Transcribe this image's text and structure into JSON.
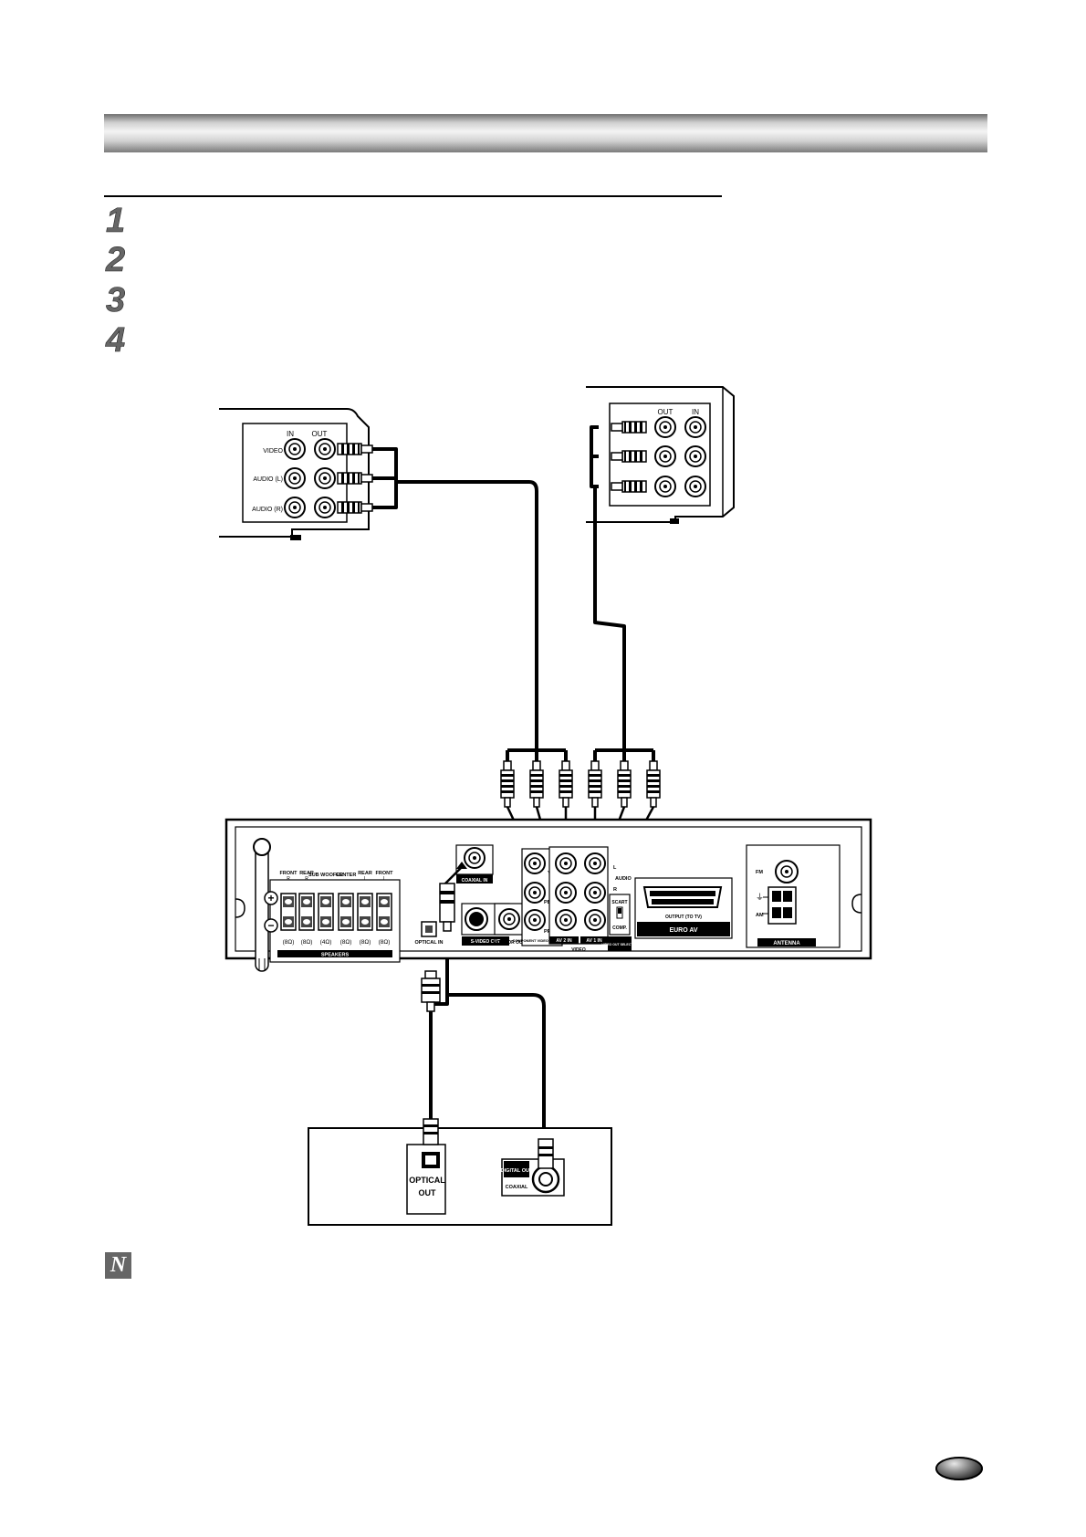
{
  "steps": [
    "1",
    "2",
    "3",
    "4"
  ],
  "note_icon": "N",
  "vcr_left": {
    "col_in": "IN",
    "col_out": "OUT",
    "rows": [
      "VIDEO",
      "AUDIO (L)",
      "AUDIO (R)"
    ]
  },
  "tv_right": {
    "col_out": "OUT",
    "col_in": "IN"
  },
  "receiver": {
    "speaker_headers": [
      {
        "name": "FRONT",
        "sub": "R"
      },
      {
        "name": "REAR",
        "sub": "R"
      },
      {
        "name": "SUB WOOFER",
        "sub": ""
      },
      {
        "name": "CENTER",
        "sub": ""
      },
      {
        "name": "REAR",
        "sub": "L"
      },
      {
        "name": "FRONT",
        "sub": "L"
      }
    ],
    "impedances": [
      "(8Ω)",
      "(8Ω)",
      "(4Ω)",
      "(8Ω)",
      "(8Ω)",
      "(8Ω)"
    ],
    "plus_sign": "+",
    "minus_sign": "−",
    "speakers_label": "SPEAKERS",
    "coaxial_in": "COAXIAL IN",
    "optical_in": "OPTICAL IN",
    "svideo_out": "S-VIDEO OUT",
    "monitor_out": "MONITOR OUT",
    "component_out": "COMPONENT VIDEO OUT",
    "comp_y": "Y",
    "comp_pb": "PB",
    "comp_pr": "PR",
    "av2_in": "AV 2 IN",
    "av1_in": "AV 1 IN",
    "video_label": "VIDEO",
    "audio_l": "L",
    "audio_label": "AUDIO",
    "audio_r": "R",
    "scart_label": "SCART",
    "comp_label": "COMP.",
    "video_out_selector": "VIDEO OUT SELECTOR",
    "output_to_tv": "OUTPUT (TO TV)",
    "euro_av": "EURO AV",
    "fm_label": "FM",
    "am_label": "AM",
    "antenna": "ANTENNA"
  },
  "source_box": {
    "optical_out_line1": "OPTICAL",
    "optical_out_line2": "OUT",
    "digital_out": "DIGITAL OUT",
    "coaxial": "COAXIAL"
  }
}
